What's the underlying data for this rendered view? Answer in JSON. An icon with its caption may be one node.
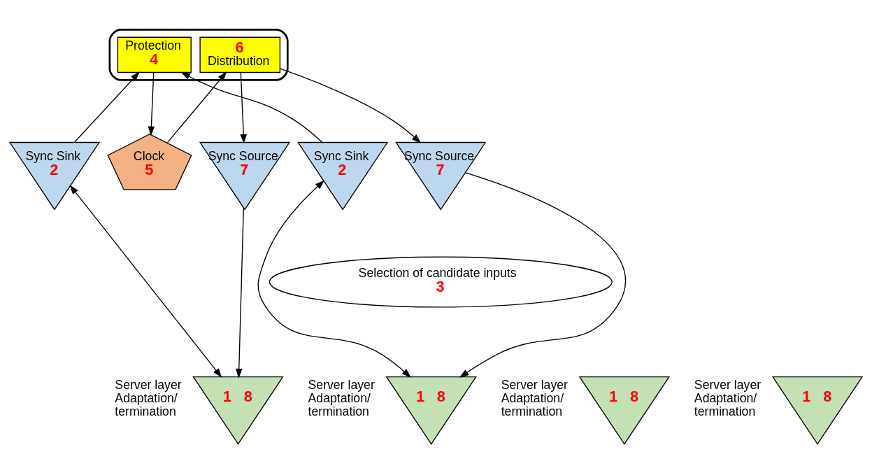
{
  "diagram": {
    "nodes": [
      {
        "text": [],
        "shape": "ellipse"
      },
      {
        "text": [
          "Protection",
          "4"
        ],
        "in": 0
      },
      {
        "text": [
          "6",
          "Distribution"
        ],
        "in": 0
      },
      {
        "text": [
          "Clock",
          "5"
        ]
      },
      {
        "text": [
          "Sync Sink",
          "2"
        ]
      },
      {
        "text": [
          "Sync Source",
          "7"
        ]
      },
      {
        "text": [
          "Sync Sink",
          "2"
        ]
      },
      {
        "text": [
          "Sync Source",
          "7"
        ]
      },
      {
        "text": [
          "Selection of candidate inputs",
          "3"
        ]
      },
      {
        "text": [
          "1",
          "8"
        ],
        "beside": [
          "Server layer Adaptation/ termination"
        ]
      },
      {
        "text": [
          "1",
          "8"
        ],
        "beside": [
          "Server layer Adaptation/ termination"
        ]
      },
      {
        "text": [
          "1",
          "8"
        ],
        "beside": [
          "Server layer Adaptation/ termination"
        ]
      },
      {
        "text": [
          "1",
          "8"
        ],
        "beside": [
          "Server layer Adaptation/ termination"
        ]
      }
    ],
    "edges": [
      {
        "from": 4,
        "to": 1,
        "arrow": "to"
      },
      {
        "from": 6,
        "to": 1,
        "arrow": "to"
      },
      {
        "from": 1,
        "to": 3,
        "arrow": "to"
      },
      {
        "from": 3,
        "to": 2,
        "arrow": "to"
      },
      {
        "from": 2,
        "to": 5,
        "arrow": "to"
      },
      {
        "from": 2,
        "to": 7,
        "arrow": "to"
      },
      {
        "from": 4,
        "to": 9,
        "arrow": "both"
      },
      {
        "from": 5,
        "to": 9,
        "arrow": "to"
      },
      {
        "from": 6,
        "to": 10,
        "arrow": "both"
      },
      {
        "from": 7,
        "to": 10,
        "arrow": "to"
      }
    ]
  }
}
